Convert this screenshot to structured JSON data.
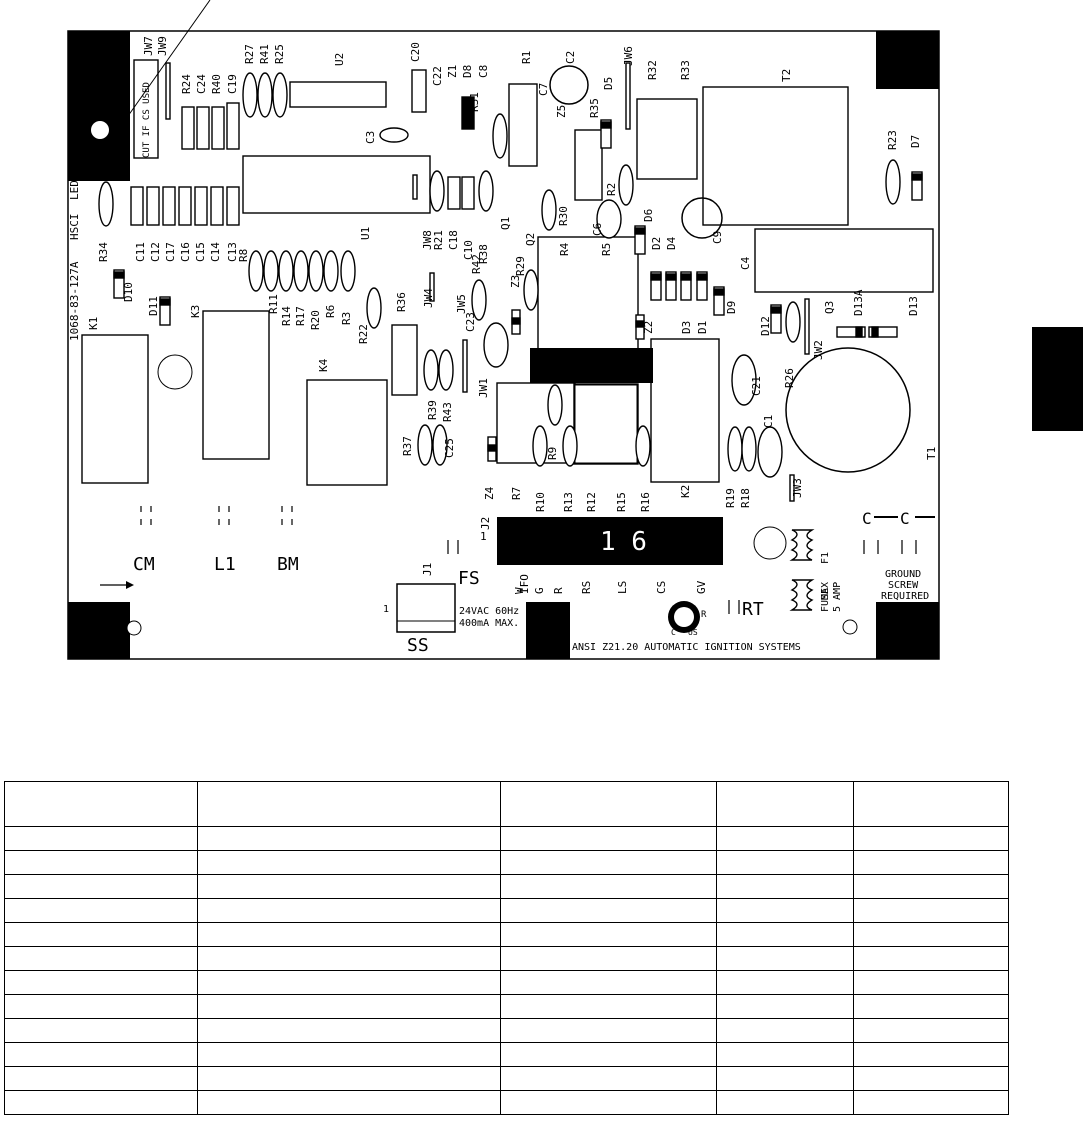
{
  "board": {
    "part_number": "1068-83-127A",
    "hsci": "HSCI",
    "led": "LED1",
    "jumper_note": [
      "CUT IF CS USED"
    ],
    "components": [
      "JW7",
      "JW9",
      "R27",
      "R41",
      "R25",
      "U2",
      "C20",
      "C22",
      "Z1",
      "D8",
      "C8",
      "R1",
      "C2",
      "JW6",
      "R32",
      "R33",
      "T2",
      "R24",
      "C24",
      "R40",
      "C19",
      "C7",
      "D5",
      "R31",
      "C3",
      "R35",
      "Z5",
      "R23",
      "D7",
      "R2",
      "R30",
      "D6",
      "C6",
      "C9",
      "Q1",
      "Q2",
      "R4",
      "R5",
      "D2",
      "D4",
      "JW8",
      "R21",
      "C18",
      "C10",
      "R38",
      "R42",
      "U1",
      "C11",
      "C12",
      "C17",
      "C16",
      "C15",
      "C14",
      "C13",
      "R8",
      "R34",
      "D10",
      "D11",
      "K1",
      "K3",
      "R11",
      "R14",
      "R17",
      "R20",
      "R6",
      "R3",
      "R22",
      "R36",
      "JW4",
      "JW5",
      "C23",
      "Z3",
      "R29",
      "Z2",
      "D3",
      "D1",
      "D9",
      "C4",
      "Q3",
      "D13A",
      "D13",
      "D12",
      "JW2",
      "K4",
      "R39",
      "R43",
      "C25",
      "R37",
      "JW1",
      "R9",
      "R10",
      "R13",
      "R12",
      "R15",
      "R16",
      "R26",
      "C21",
      "C1",
      "T1",
      "R19",
      "R18",
      "JW3",
      "K2",
      "Z4",
      "R7",
      "J2",
      "J1"
    ],
    "terminals": [
      "CM",
      "L1",
      "BM",
      "FS",
      "SS",
      "RT"
    ],
    "pins": [
      "IFO",
      "W",
      "G",
      "R",
      "RS",
      "LS",
      "CS",
      "GV"
    ],
    "connector_label": "1 6",
    "pin_one": "1",
    "rating": [
      "24VAC  60Hz",
      "400mA  MAX."
    ],
    "fuse": [
      "F1",
      "MAX",
      "FUSE",
      "5 AMP"
    ],
    "ground": [
      "GROUND",
      "SCREW",
      "REQUIRED"
    ],
    "certification": [
      "C",
      "US",
      "R"
    ],
    "standard": "ANSI  Z21.20  AUTOMATIC  IGNITION  SYSTEMS"
  },
  "table": {
    "columns": 5,
    "body_rows": 12,
    "headers": [
      "",
      "",
      "",
      "",
      ""
    ],
    "cells": []
  },
  "colors": {
    "ink": "#000000",
    "paper": "#ffffff"
  }
}
